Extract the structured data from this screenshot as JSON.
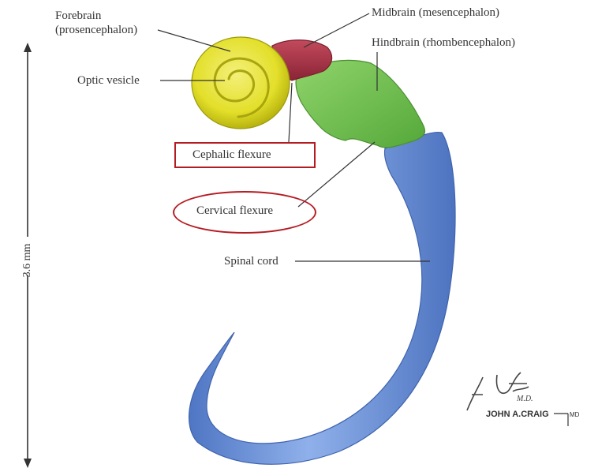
{
  "labels": {
    "forebrain": "Forebrain",
    "forebrain_sub": "(prosencephalon)",
    "midbrain": "Midbrain (mesencephalon)",
    "hindbrain": "Hindbrain (rhombencephalon)",
    "optic_vesicle": "Optic vesicle",
    "cephalic_flexure": "Cephalic flexure",
    "cervical_flexure": "Cervical flexure",
    "spinal_cord": "Spinal cord"
  },
  "scale": {
    "text": "3.6 mm"
  },
  "signature": {
    "artist": "F. Netter M.D.",
    "credit": "JOHN A.CRAIG MD"
  },
  "colors": {
    "forebrain": "#e3df2a",
    "midbrain": "#a83345",
    "hindbrain": "#6fbf4f",
    "spinal_cord": "#6f95d8",
    "highlight": "#b51c22"
  }
}
